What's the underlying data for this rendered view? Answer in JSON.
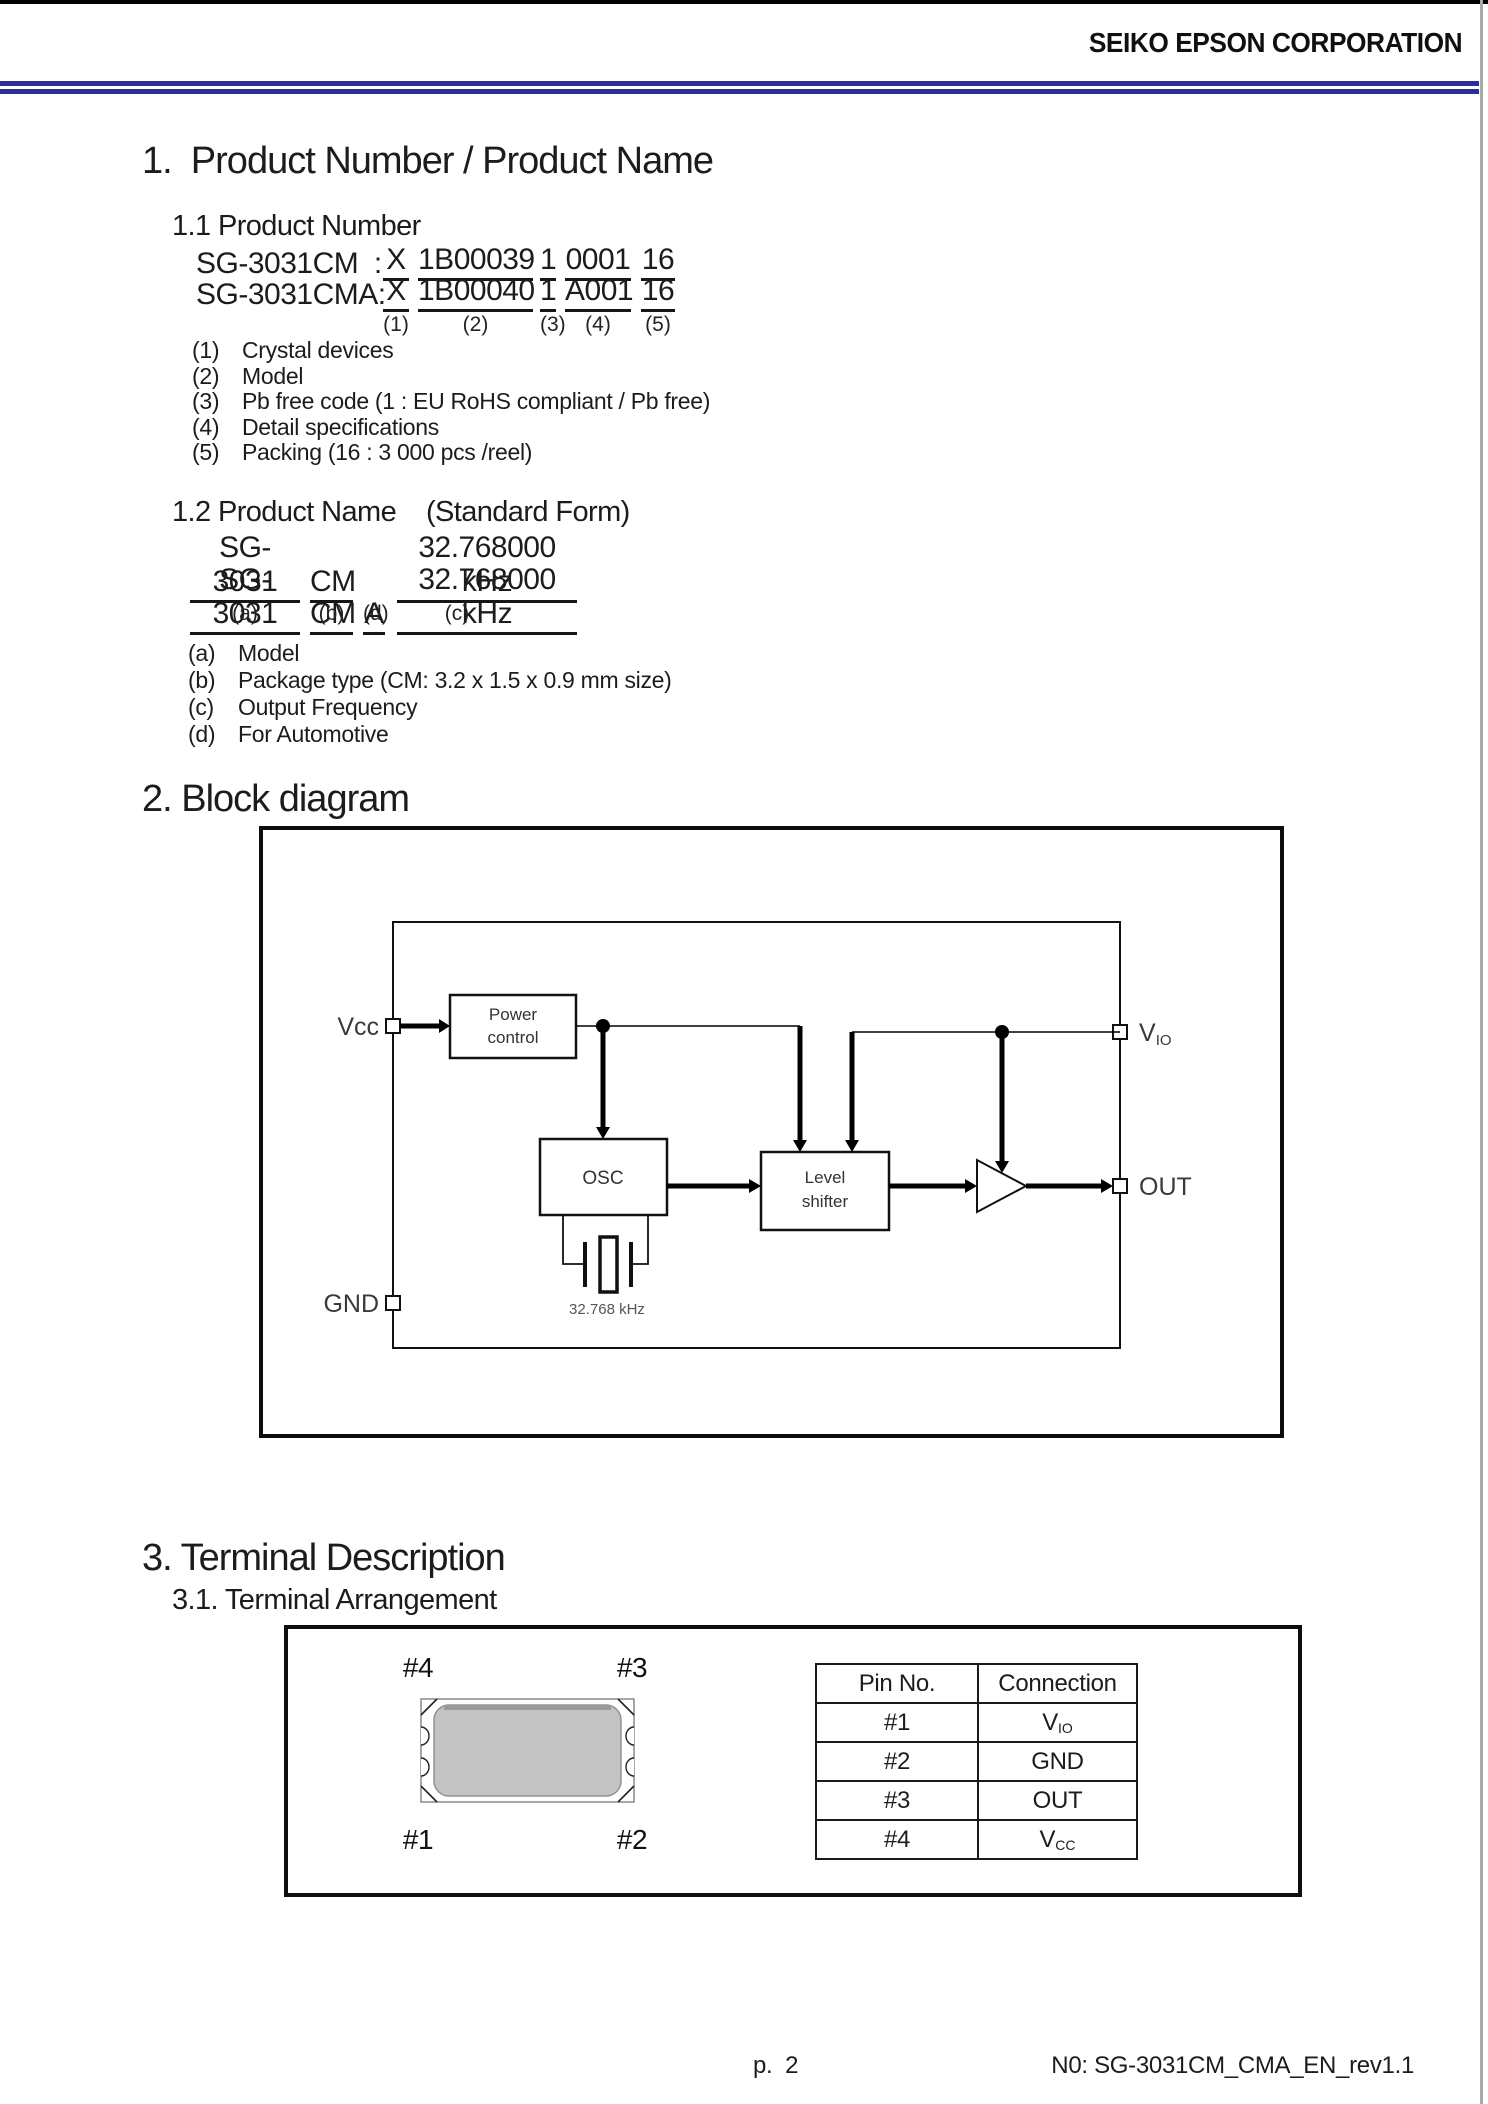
{
  "header": {
    "company": "SEIKO EPSON CORPORATION"
  },
  "colors": {
    "accent_blue": "#2b3097",
    "line_black": "#111111"
  },
  "section1": {
    "title": "1.  Product Number / Product Name",
    "product_number": {
      "title": "1.1 Product Number",
      "row1": {
        "label": "SG-3031CM  :",
        "segments": [
          "X",
          "1B00039",
          "1",
          "0001",
          "16"
        ]
      },
      "row2": {
        "label": "SG-3031CMA:",
        "segments": [
          "X",
          "1B00040",
          "1",
          "A001",
          "16"
        ]
      },
      "markers": [
        "(1)",
        "(2)",
        "(3)",
        "(4)",
        "(5)"
      ],
      "notes": [
        {
          "num": "(1)",
          "text": "Crystal devices"
        },
        {
          "num": "(2)",
          "text": "Model"
        },
        {
          "num": "(3)",
          "text": "Pb free code (1 : EU RoHS  compliant / Pb free)"
        },
        {
          "num": "(4)",
          "text": "Detail specifications"
        },
        {
          "num": "(5)",
          "text": "Packing (16 : 3 000 pcs /reel)"
        }
      ]
    },
    "product_name": {
      "title": "1.2 Product Name    (Standard Form)",
      "row1": {
        "s0": "SG-3031",
        "s1": "CM",
        "s2": "",
        "s3": "32.768000 kHz"
      },
      "row2": {
        "s0": "SG-3031",
        "s1": "CM",
        "s2": "A",
        "s3": "32.768000 kHz"
      },
      "markers": {
        "a": "(a)",
        "b": "(b)",
        "d": "(d)",
        "c": "(c)"
      },
      "notes": [
        {
          "num": "(a)",
          "text": "Model"
        },
        {
          "num": "(b)",
          "text": "Package type (CM:  3.2 x 1.5 x 0.9 mm size)"
        },
        {
          "num": "(c)",
          "text": "Output Frequency"
        },
        {
          "num": "(d)",
          "text": "For Automotive"
        }
      ]
    }
  },
  "section2": {
    "title": "2. Block diagram",
    "labels": {
      "vcc": "Vcc",
      "gnd": "GND",
      "vio_main": "V",
      "vio_sub": "IO",
      "out": "OUT",
      "crystal": "32.768 kHz"
    },
    "blocks": {
      "power1": "Power",
      "power2": "control",
      "osc": "OSC",
      "level1": "Level",
      "level2": "shifter"
    }
  },
  "section3": {
    "title": "3. Terminal Description",
    "subtitle": "3.1. Terminal Arrangement",
    "pins": {
      "p1": "#1",
      "p2": "#2",
      "p3": "#3",
      "p4": "#4"
    },
    "table": {
      "headers": [
        "Pin No.",
        "Connection"
      ],
      "rows": [
        {
          "pin": "#1",
          "conn": "V",
          "sub": "IO"
        },
        {
          "pin": "#2",
          "conn": "GND",
          "sub": ""
        },
        {
          "pin": "#3",
          "conn": "OUT",
          "sub": ""
        },
        {
          "pin": "#4",
          "conn": "V",
          "sub": "CC"
        }
      ]
    }
  },
  "footer": {
    "page": "p.  2",
    "doc": "N0: SG-3031CM_CMA_EN_rev1.1"
  }
}
